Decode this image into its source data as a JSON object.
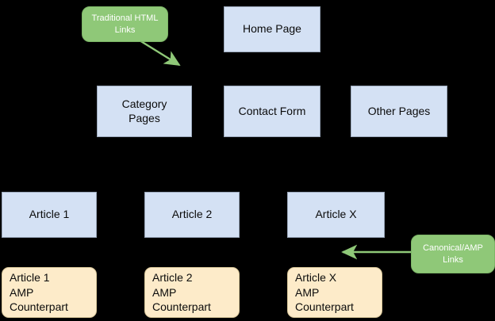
{
  "diagram": {
    "title": "AMP site structure diagram",
    "background_color": "#000000",
    "palette": {
      "page_box_fill": "#d4e1f4",
      "page_box_border": "#9aa7ba",
      "amp_box_fill": "#fdebc9",
      "amp_box_border": "#d9c79a",
      "callout_fill": "#8fc878",
      "callout_border": "#7cb566",
      "arrow_color": "#8fc878",
      "text_color": "#0b0b0b",
      "callout_text_color": "#ffffff"
    },
    "nodes": {
      "home_page": "Home Page",
      "category_pages": "Category\nPages",
      "contact_form": "Contact Form",
      "other_pages": "Other Pages",
      "article_1": "Article 1",
      "article_2": "Article 2",
      "article_x": "Article X",
      "amp_1": "Article 1\nAMP\nCounterpart",
      "amp_2": "Article 2\nAMP\nCounterpart",
      "amp_x": "Article X\nAMP\nCounterpart"
    },
    "callouts": {
      "traditional_html_links": "Traditional HTML\nLinks",
      "canonical_amp_links": "Canonical/AMP\nLinks"
    }
  }
}
